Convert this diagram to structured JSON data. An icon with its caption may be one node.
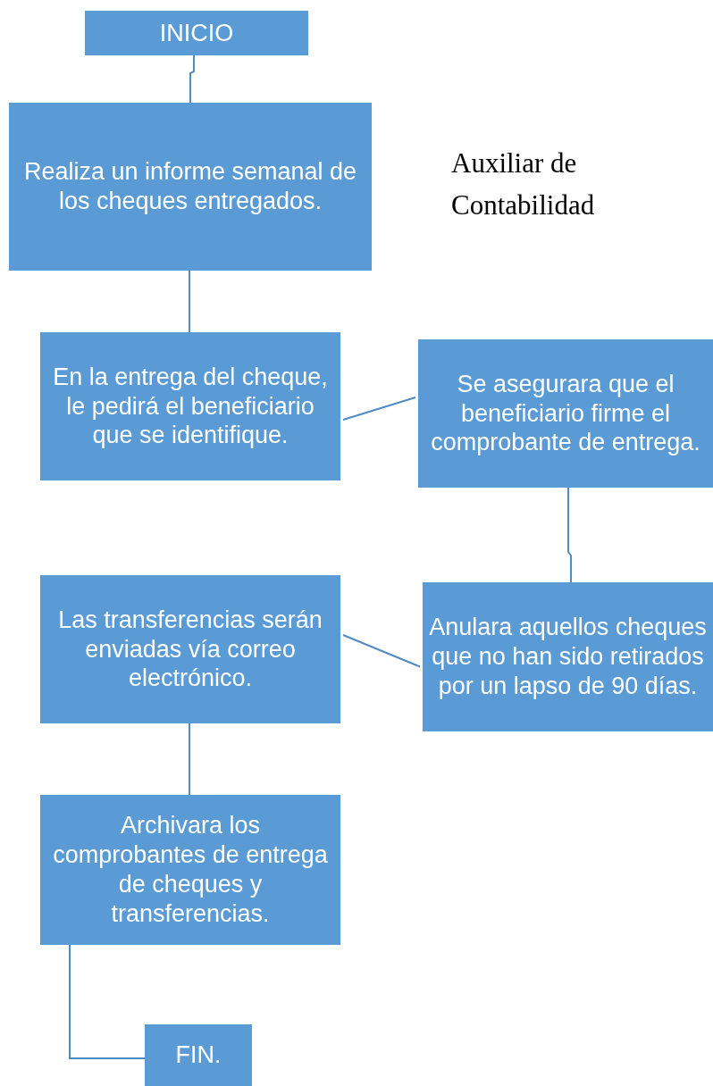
{
  "diagram": {
    "nodes": [
      {
        "text": [
          "INICIO"
        ]
      },
      {
        "text": [
          "Realiza un informe semanal de los cheques entregados."
        ]
      },
      {
        "text": [
          "En la entrega del cheque, le pedirá el beneficiario que se identifique."
        ]
      },
      {
        "text": [
          "Se asegurara que el beneficiario firme el comprobante de entrega."
        ]
      },
      {
        "text": [
          "Anulara aquellos cheques que no han sido retirados por un lapso de 90 días."
        ]
      },
      {
        "text": [
          "Las transferencias serán enviadas vía correo electrónico."
        ]
      },
      {
        "text": [
          "Archivara los comprobantes de entrega de cheques y transferencias."
        ]
      },
      {
        "text": [
          "FIN."
        ]
      }
    ],
    "edges": [
      {
        "from": 0,
        "to": 1,
        "arrow": "none"
      },
      {
        "from": 1,
        "to": 2,
        "arrow": "none"
      },
      {
        "from": 2,
        "to": 3,
        "arrow": "none"
      },
      {
        "from": 3,
        "to": 4,
        "arrow": "none"
      },
      {
        "from": 4,
        "to": 5,
        "arrow": "none"
      },
      {
        "from": 5,
        "to": 6,
        "arrow": "none"
      },
      {
        "from": 6,
        "to": 7,
        "arrow": "none"
      }
    ],
    "labels": [
      "Auxiliar de Contabilidad"
    ]
  }
}
